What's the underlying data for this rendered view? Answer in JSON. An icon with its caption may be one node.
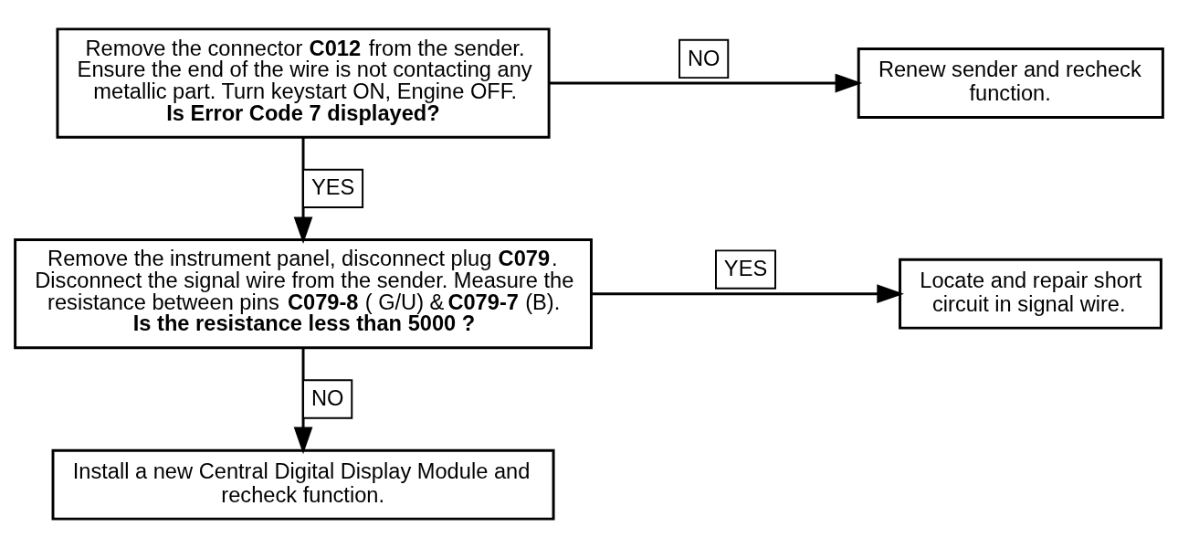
{
  "diagram": {
    "nodes": [
      {
        "text": [
          "Remove the connector **C012** from the sender. Ensure the end of the wire is not contacting any metallic part. Turn keystart ON, Engine OFF.",
          "Is Error Code 7 displayed?"
        ]
      },
      {
        "text": [
          "Renew sender and recheck function."
        ]
      },
      {
        "text": [
          "Remove the instrument panel, disconnect plug **C079**. Disconnect the signal wire from the sender. Measure the resistance between pins **C079-8** ( G/U) & **C079-7** (B).",
          "Is the resistance less than 5000 ?"
        ]
      },
      {
        "text": [
          "Locate and repair short circuit in signal wire."
        ]
      },
      {
        "text": [
          "Install a new Central Digital Display Module and recheck function."
        ]
      }
    ],
    "edges": [
      {
        "from": 0,
        "to": 1,
        "arrow": "to",
        "label": "NO"
      },
      {
        "from": 0,
        "to": 2,
        "arrow": "to",
        "label": "YES"
      },
      {
        "from": 2,
        "to": 3,
        "arrow": "to",
        "label": "YES"
      },
      {
        "from": 2,
        "to": 4,
        "arrow": "to",
        "label": "NO"
      }
    ]
  }
}
